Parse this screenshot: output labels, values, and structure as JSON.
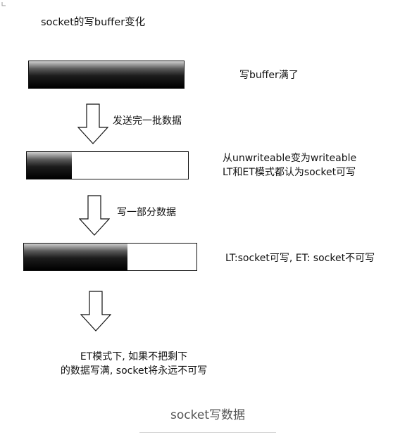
{
  "title": "socket的写buffer变化",
  "bars": [
    {
      "fill": 1.0,
      "label": "写buffer满了"
    },
    {
      "fill": 0.28,
      "label_lines": [
        "从unwriteable变为writeable",
        "LT和ET模式都认为socket可写"
      ]
    },
    {
      "fill": 0.6,
      "label": "LT:socket可写, ET: socket不可写"
    }
  ],
  "arrows": [
    {
      "label": "发送完一批数据"
    },
    {
      "label": "写一部分数据"
    },
    {
      "label": ""
    }
  ],
  "conclusion_lines": [
    "ET模式下, 如果不把剩下",
    "的数据写满, socket将永远不可写"
  ],
  "caption": "socket写数据"
}
